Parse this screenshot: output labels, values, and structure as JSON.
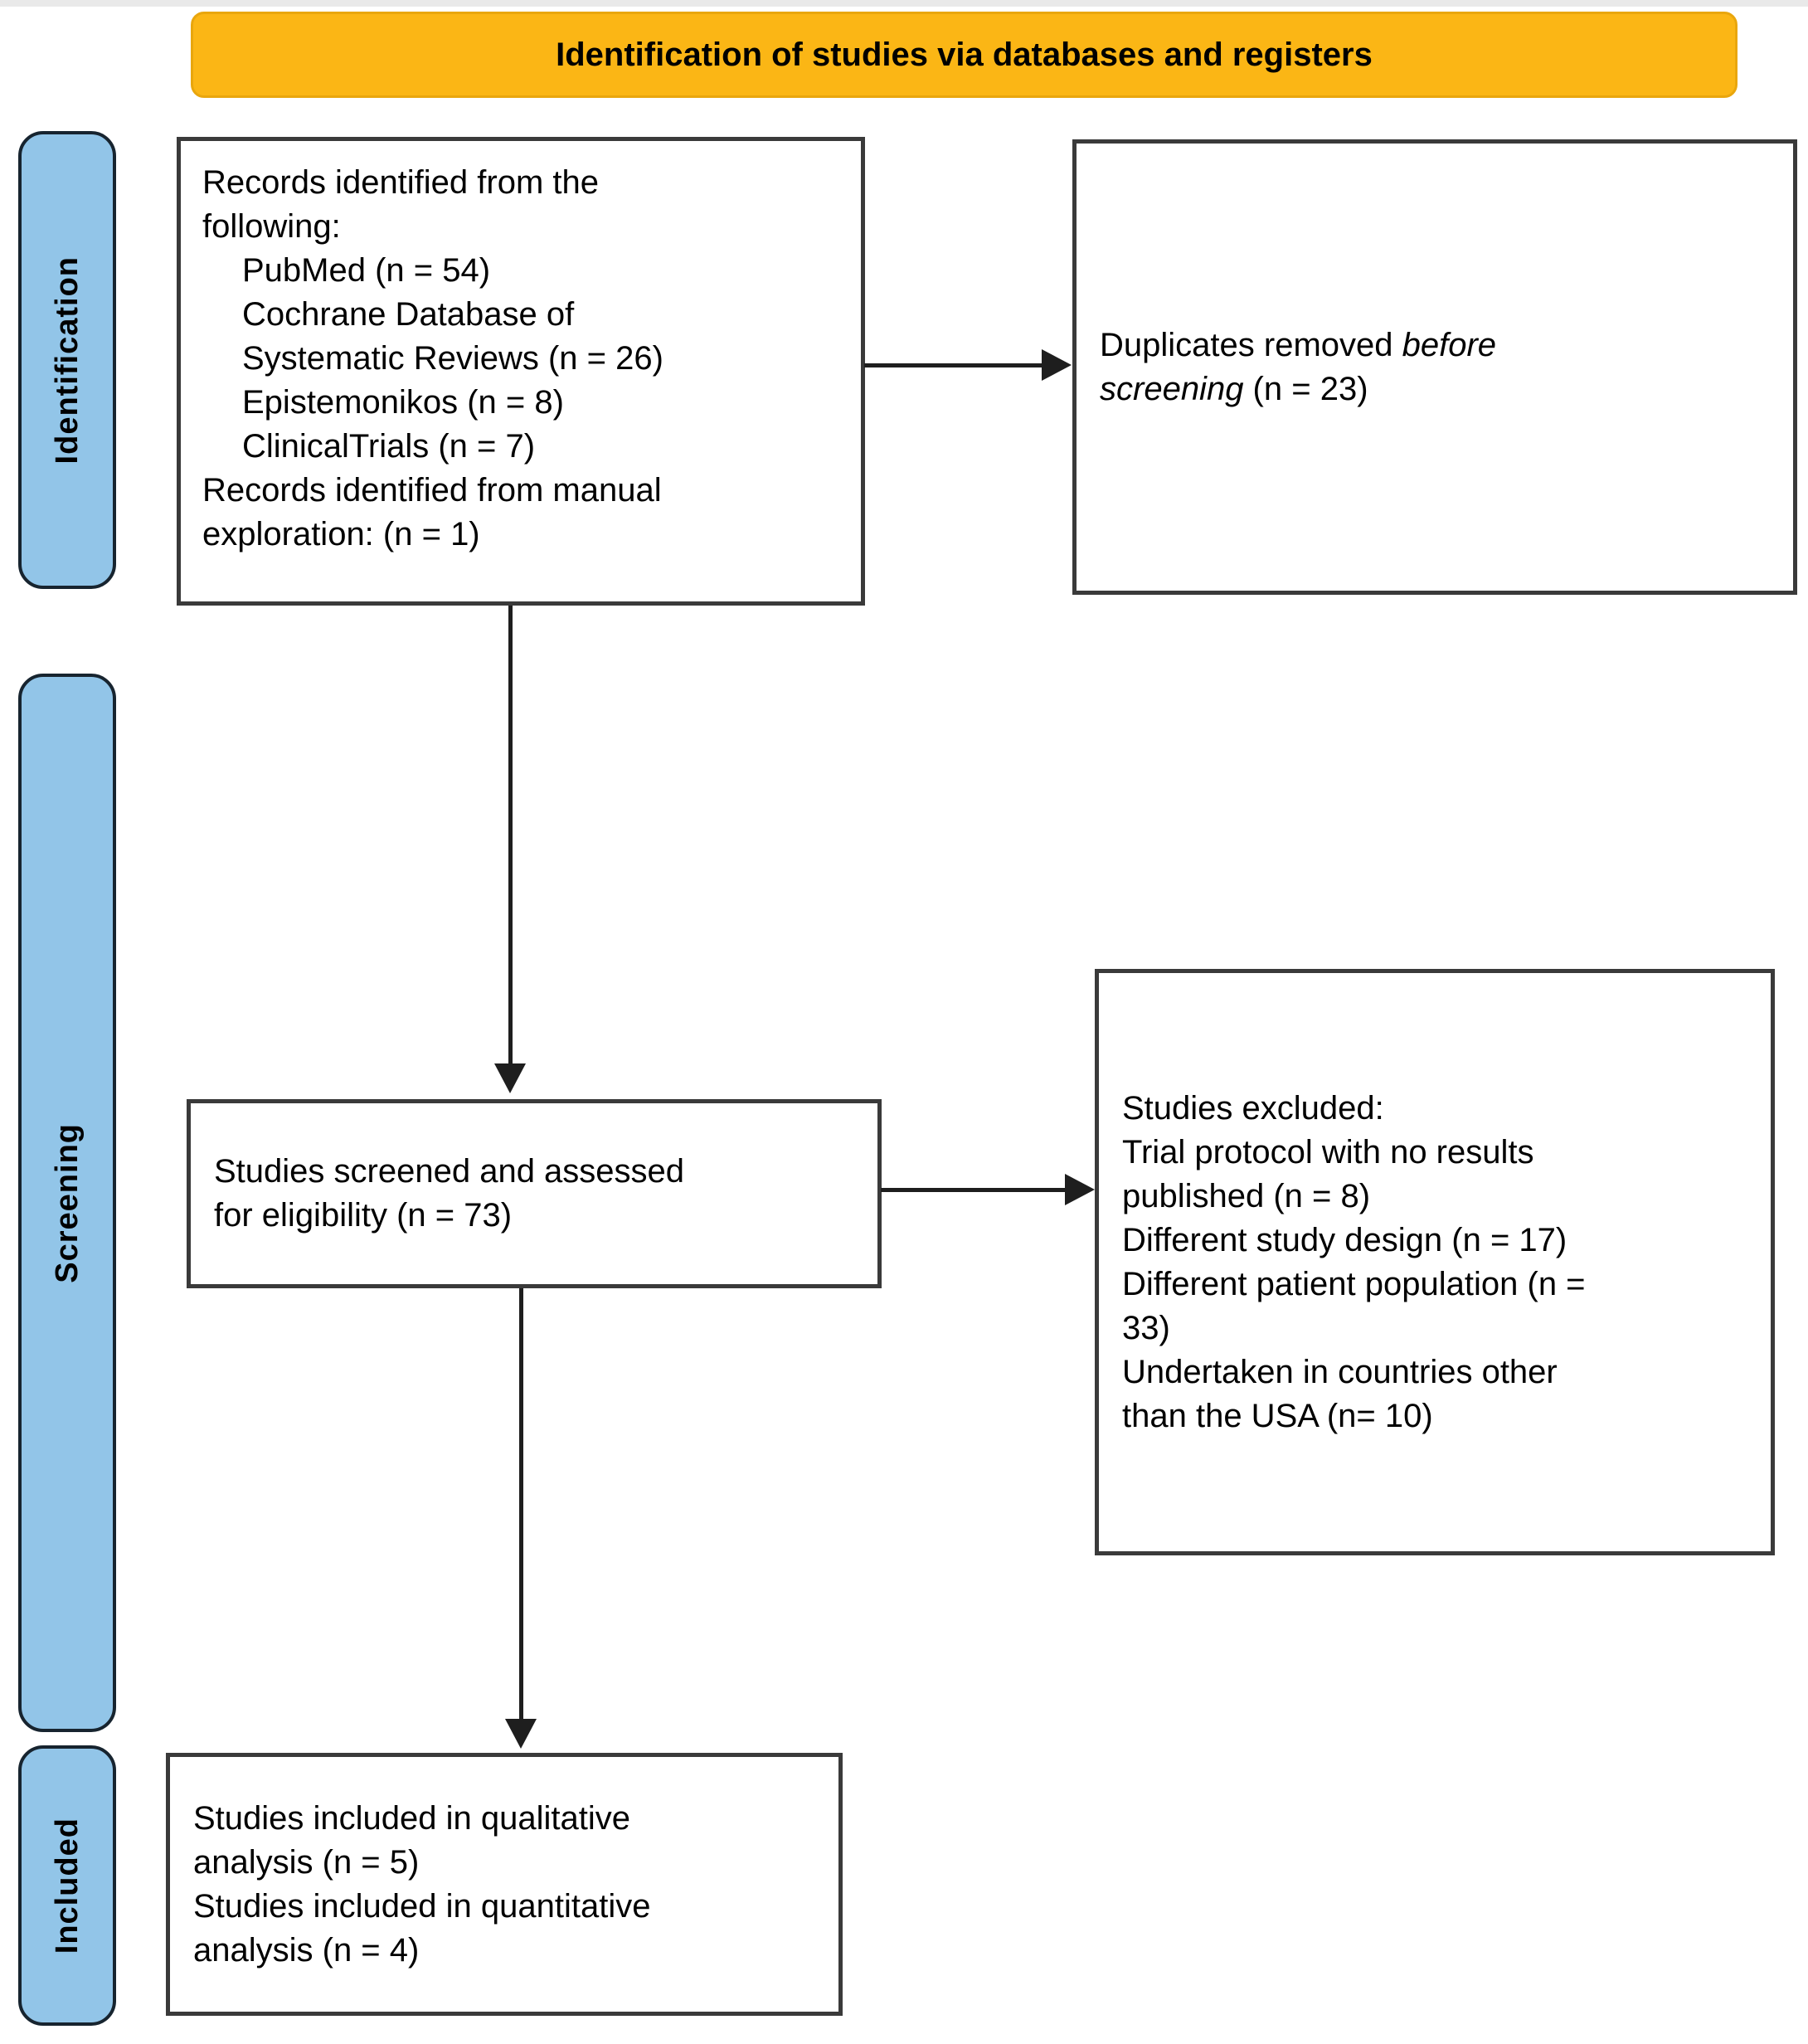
{
  "banner": {
    "title": "Identification of studies via databases and registers"
  },
  "stages": [
    {
      "label": "Identification"
    },
    {
      "label": "Screening"
    },
    {
      "label": "Included"
    }
  ],
  "boxes": {
    "records_identified": {
      "lines": [
        {
          "parts": [
            {
              "text": "Records identified from the"
            }
          ]
        },
        {
          "parts": [
            {
              "text": "following:"
            }
          ]
        },
        {
          "indent": true,
          "parts": [
            {
              "text": "PubMed (n = 54)"
            }
          ]
        },
        {
          "indent": true,
          "parts": [
            {
              "text": "Cochrane Database of"
            }
          ]
        },
        {
          "indent": true,
          "parts": [
            {
              "text": "Systematic Reviews (n = 26)"
            }
          ]
        },
        {
          "indent": true,
          "parts": [
            {
              "text": "Epistemonikos (n = 8)"
            }
          ]
        },
        {
          "indent": true,
          "parts": [
            {
              "text": "ClinicalTrials (n = 7)"
            }
          ]
        },
        {
          "parts": [
            {
              "text": "Records identified from manual"
            }
          ]
        },
        {
          "parts": [
            {
              "text": "exploration: (n = 1)"
            }
          ]
        }
      ]
    },
    "duplicates_removed": {
      "lines": [
        {
          "parts": [
            {
              "text": "Duplicates removed "
            },
            {
              "text": "before",
              "italic": true
            }
          ]
        },
        {
          "parts": [
            {
              "text": "screening",
              "italic": true
            },
            {
              "text": " (n = 23)"
            }
          ]
        }
      ]
    },
    "studies_screened": {
      "lines": [
        {
          "parts": [
            {
              "text": "Studies screened and assessed"
            }
          ]
        },
        {
          "parts": [
            {
              "text": "for eligibility (n = 73)"
            }
          ]
        }
      ]
    },
    "studies_excluded": {
      "lines": [
        {
          "parts": [
            {
              "text": "Studies excluded:"
            }
          ]
        },
        {
          "parts": [
            {
              "text": "Trial protocol with no results"
            }
          ]
        },
        {
          "parts": [
            {
              "text": "published (n = 8)"
            }
          ]
        },
        {
          "parts": [
            {
              "text": "Different study design (n = 17)"
            }
          ]
        },
        {
          "parts": [
            {
              "text": "Different patient population (n ="
            }
          ]
        },
        {
          "parts": [
            {
              "text": "33)"
            }
          ]
        },
        {
          "parts": [
            {
              "text": "Undertaken in countries other"
            }
          ]
        },
        {
          "parts": [
            {
              "text": "than the USA (n= 10)"
            }
          ]
        }
      ]
    },
    "studies_included": {
      "lines": [
        {
          "parts": [
            {
              "text": "Studies included in qualitative"
            }
          ]
        },
        {
          "parts": [
            {
              "text": "analysis (n = 5)"
            }
          ]
        },
        {
          "parts": [
            {
              "text": "Studies included in quantitative"
            }
          ]
        },
        {
          "parts": [
            {
              "text": "analysis (n = 4)"
            }
          ]
        }
      ]
    }
  },
  "colors": {
    "banner_bg": "#FBB615",
    "banner_border": "#E9A60D",
    "stage_bg": "#92C5E8",
    "stage_border": "#17242F",
    "box_border": "#3A3A3A",
    "arrow": "#1E1E1E"
  }
}
